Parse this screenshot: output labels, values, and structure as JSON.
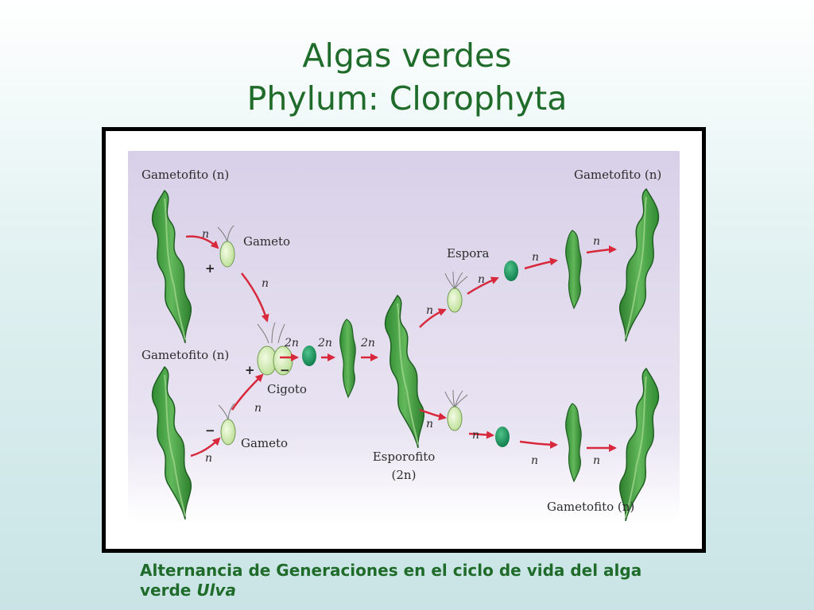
{
  "title": {
    "line1": "Algas verdes",
    "line2": "Phylum: Clorophyta"
  },
  "diagram": {
    "gametofito_top_left": "Gametofito (n)",
    "gametofito_mid_left": "Gametofito (n)",
    "gametofito_top_right": "Gametofito (n)",
    "gametofito_bottom_right": "Gametofito (n)",
    "gameto_top": "Gameto",
    "gameto_bottom": "Gameto",
    "cigoto": "Cigoto",
    "espora": "Espora",
    "esporofito": "Esporofito",
    "esporofito_ploidy": "(2n)",
    "haploid_mark": "n",
    "diploid_mark": "2n",
    "plus_sign": "+",
    "minus_sign": "−"
  },
  "caption": {
    "text": "Alternancia de Generaciones en el ciclo de vida del alga verde ",
    "species": "Ulva"
  },
  "colors": {
    "title_green": "#1f6b2a",
    "arrow_red": "#d8283c",
    "thallus_green": "#3f9a3a",
    "panel_lavender": "#d9d2ea"
  }
}
